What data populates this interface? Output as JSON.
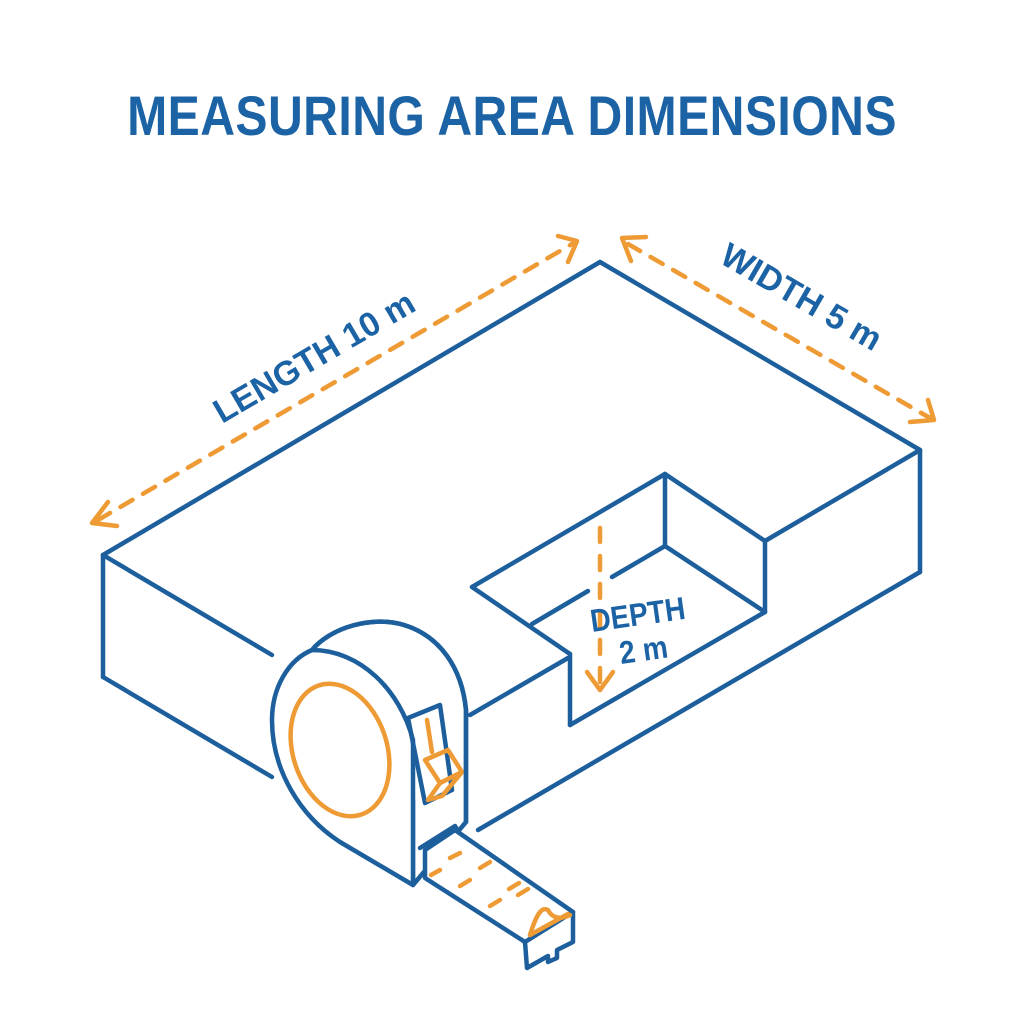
{
  "title": "MEASURING AREA DIMENSIONS",
  "colors": {
    "primary_blue": "#1d5f9c",
    "title_blue": "#1c63a5",
    "accent_orange": "#ee9a35",
    "background": "#ffffff"
  },
  "dimensions": {
    "length": {
      "label": "LENGTH",
      "value": "10 m"
    },
    "width": {
      "label": "WIDTH",
      "value": "5 m"
    },
    "depth": {
      "label": "DEPTH",
      "value": "2 m"
    }
  },
  "labels": {
    "length_text": "LENGTH 10 m",
    "width_text": "WIDTH 5 m",
    "depth_line1": "DEPTH",
    "depth_line2": "2 m"
  },
  "objects": {
    "block": "isometric-slab-with-pit",
    "tool": "tape-measure-icon"
  }
}
